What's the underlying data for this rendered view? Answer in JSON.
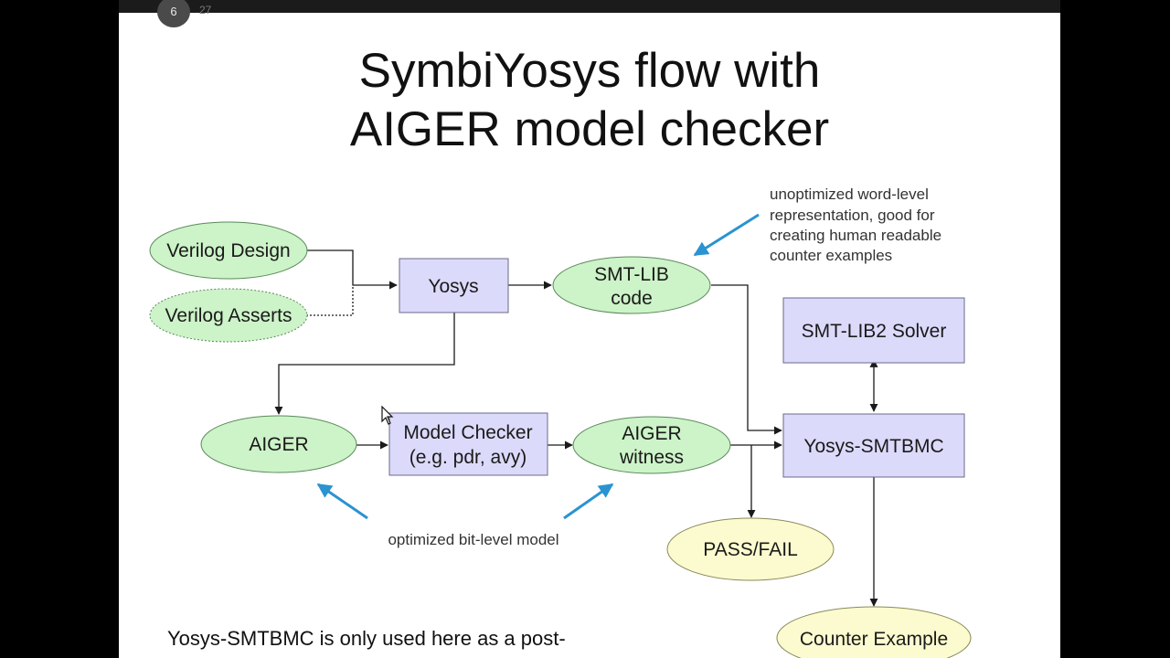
{
  "slide": {
    "page_number": "6",
    "page_total": "27",
    "title_line1": "SymbiYosys flow with",
    "title_line2": "AIGER model checker"
  },
  "nodes": {
    "verilog_design": "Verilog Design",
    "verilog_asserts": "Verilog Asserts",
    "yosys": "Yosys",
    "smtlib_line1": "SMT-LIB",
    "smtlib_line2": "code",
    "smtlib2_solver": "SMT-LIB2 Solver",
    "aiger": "AIGER",
    "model_checker_line1": "Model Checker",
    "model_checker_line2": "(e.g. pdr, avy)",
    "aiger_witness_line1": "AIGER",
    "aiger_witness_line2": "witness",
    "yosys_smtbmc": "Yosys-SMTBMC",
    "pass_fail": "PASS/FAIL",
    "counter_example": "Counter Example"
  },
  "annotations": {
    "word_level_line1": "unoptimized word-level",
    "word_level_line2": "representation, good for",
    "word_level_line3": "creating human readable",
    "word_level_line4": "counter examples",
    "bit_level": "optimized bit-level model"
  },
  "footer": {
    "text_line1": "Yosys-SMTBMC is only used here as a post-"
  },
  "colors": {
    "ellipse_green": "#cdf3c8",
    "ellipse_yellow": "#fbfbcf",
    "box_lavender": "#dcdafa",
    "annotation_arrow": "#2b93d1"
  }
}
